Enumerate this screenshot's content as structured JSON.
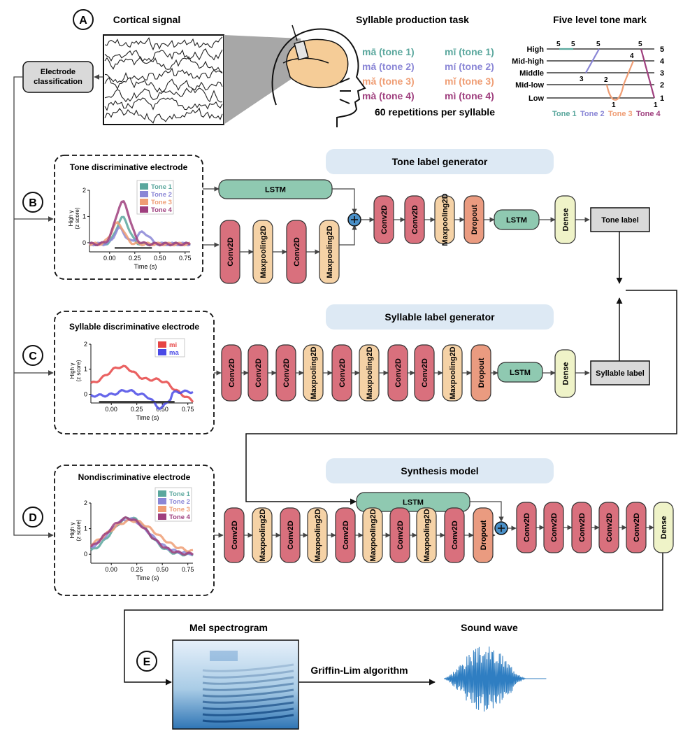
{
  "panels": {
    "A": "A",
    "B": "B",
    "C": "C",
    "D": "D",
    "E": "E"
  },
  "colors": {
    "conv": "#d9707d",
    "pool": "#f5d2a6",
    "lstm": "#8fc9b1",
    "dropout": "#ea9b80",
    "dense": "#eff3c8",
    "banner": "#dde9f4",
    "label_box": "#d9d9d9",
    "plus": "#4a90c8",
    "tone1": "#5aa79d",
    "tone2": "#8a86d6",
    "tone3": "#ef9d74",
    "tone4": "#9f3f7e",
    "mi": "#e64545",
    "ma": "#4a4ae6"
  },
  "panel_a": {
    "cortical_title": "Cortical signal",
    "task_title": "Syllable production task",
    "syllables_ma": [
      "mā (tone 1)",
      "má (tone 2)",
      "mǎ (tone 3)",
      "mà (tone 4)"
    ],
    "syllables_mi": [
      "mī (tone 1)",
      "mí (tone 2)",
      "mǐ (tone 3)",
      "mì (tone 4)"
    ],
    "repetitions": "60 repetitions per syllable",
    "tone_mark_title": "Five level tone mark",
    "levels": [
      "High",
      "Mid-high",
      "Middle",
      "Mid-low",
      "Low"
    ],
    "level_numbers": [
      "5",
      "4",
      "3",
      "2",
      "1"
    ],
    "contour_numbers": {
      "t1a": "5",
      "t1b": "5",
      "t2a": "3",
      "t2b": "5",
      "t3a": "2",
      "t3b": "1",
      "t3c": "4",
      "t4a": "5",
      "t4b": "1"
    },
    "tone_legend": [
      "Tone 1",
      "Tone 2",
      "Tone 3",
      "Tone 4"
    ]
  },
  "electrode_classification": "Electrode classification",
  "panel_b": {
    "title": "Tone discriminative electrode",
    "ylabel_1": "High γ",
    "ylabel_2": "(z score)",
    "xlabel": "Time (s)",
    "yticks": [
      "2",
      "1",
      "0"
    ],
    "xticks": [
      "0.00",
      "0.25",
      "0.50",
      "0.75"
    ],
    "legend": [
      "Tone 1",
      "Tone 2",
      "Tone 3",
      "Tone 4"
    ]
  },
  "panel_c": {
    "title": "Syllable discriminative electrode",
    "ylabel_1": "High γ",
    "ylabel_2": "(z score)",
    "xlabel": "Time (s)",
    "yticks": [
      "2",
      "1",
      "0"
    ],
    "xticks": [
      "0.00",
      "0.25",
      "0.50",
      "0.75"
    ],
    "legend": [
      "mi",
      "ma"
    ]
  },
  "panel_d": {
    "title": "Nondiscriminative electrode",
    "ylabel_1": "High γ",
    "ylabel_2": "(z score)",
    "xlabel": "Time (s)",
    "yticks": [
      "2",
      "1",
      "0"
    ],
    "xticks": [
      "0.00",
      "0.25",
      "0.50",
      "0.75"
    ],
    "legend": [
      "Tone 1",
      "Tone 2",
      "Tone 3",
      "Tone 4"
    ]
  },
  "models": {
    "tone_generator": "Tone label generator",
    "syllable_generator": "Syllable label generator",
    "synthesis": "Synthesis model",
    "tone_label": "Tone label",
    "syllable_label": "Syllable label"
  },
  "layers": {
    "conv": "Conv2D",
    "pool": "Maxpooling2D",
    "lstm": "LSTM",
    "dropout": "Dropout",
    "dense": "Dense"
  },
  "panel_e": {
    "mel_title": "Mel spectrogram",
    "wave_title": "Sound wave",
    "algorithm": "Griffin-Lim algorithm"
  }
}
